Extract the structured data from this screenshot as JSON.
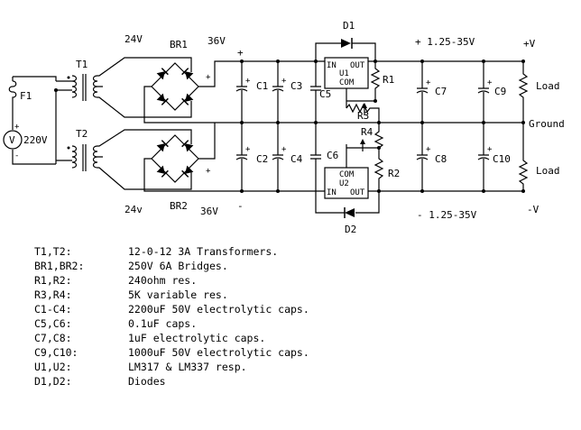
{
  "schematic": {
    "labels": {
      "f1": "F1",
      "t1": "T1",
      "t2": "T2",
      "v_in": "220V",
      "v_sym": "V",
      "plus_in": "+",
      "minus_in": "-",
      "v24_top": "24V",
      "v24_bot": "24v",
      "br1": "BR1",
      "br2": "BR2",
      "v36_top": "36V",
      "v36_bot": "36V",
      "plus_rail": "+",
      "minus_rail": "-",
      "plus_br1": "+",
      "plus_br2": "+",
      "c1": "C1",
      "c2": "C2",
      "c3": "C3",
      "c4": "C4",
      "c5": "C5",
      "c6": "C6",
      "c7": "C7",
      "c8": "C8",
      "c9": "C9",
      "c10": "C10",
      "d1": "D1",
      "d2": "D2",
      "u1_in": "IN",
      "u1_out": "OUT",
      "u1_name": "U1",
      "u1_com": "COM",
      "u2_com": "COM",
      "u2_name": "U2",
      "u2_in": "IN",
      "u2_out": "OUT",
      "r1": "R1",
      "r2": "R2",
      "r3": "R3",
      "r4": "R4",
      "out_pos": "+ 1.25-35V",
      "out_neg": "- 1.25-35V",
      "plus_v": "+V",
      "minus_v": "-V",
      "ground": "Ground",
      "load_top": "Load",
      "load_bot": "Load",
      "cap_plus": "+"
    }
  },
  "legend": [
    {
      "key": "T1,T2:",
      "desc": "12-0-12 3A Transformers."
    },
    {
      "key": "BR1,BR2:",
      "desc": "250V 6A Bridges."
    },
    {
      "key": "R1,R2:",
      "desc": "240ohm res."
    },
    {
      "key": "R3,R4:",
      "desc": "5K variable res."
    },
    {
      "key": "C1-C4:",
      "desc": "2200uF 50V electrolytic caps."
    },
    {
      "key": "C5,C6:",
      "desc": "0.1uF caps."
    },
    {
      "key": "C7,C8:",
      "desc": "1uF electrolytic caps."
    },
    {
      "key": "C9,C10:",
      "desc": "1000uF 50V electrolytic caps."
    },
    {
      "key": "U1,U2:",
      "desc": "LM317 & LM337 resp."
    },
    {
      "key": "D1,D2:",
      "desc": "Diodes"
    }
  ]
}
